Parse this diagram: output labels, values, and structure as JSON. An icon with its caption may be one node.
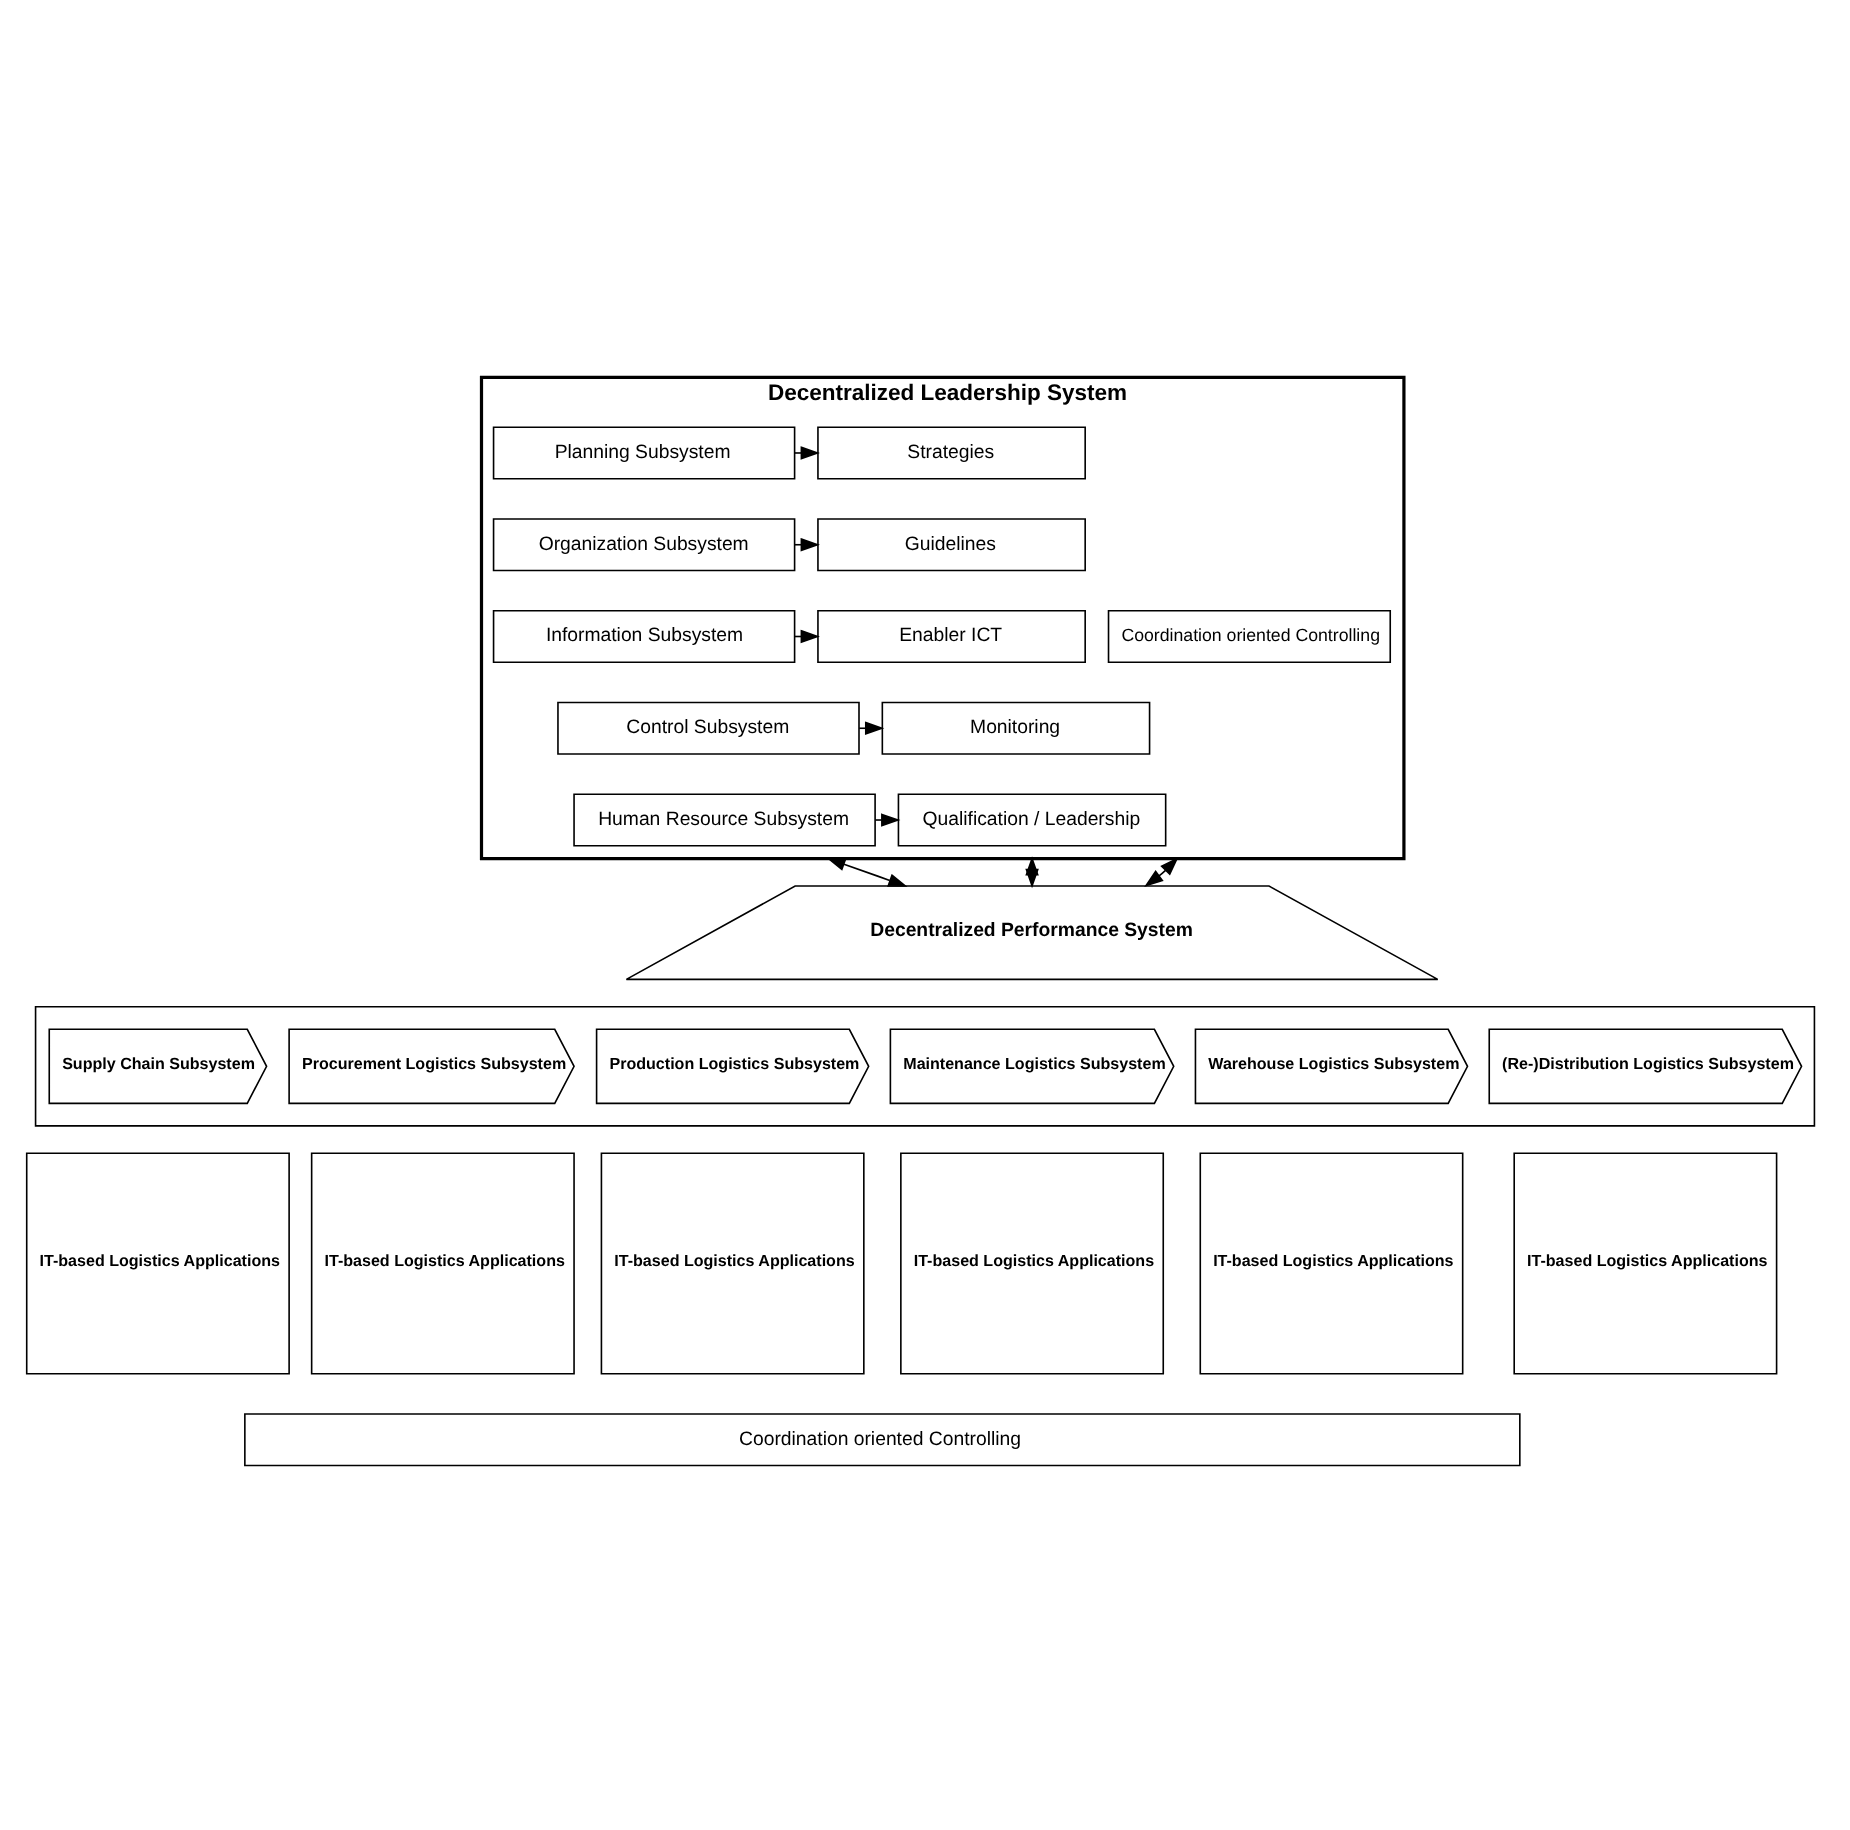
{
  "diagram": {
    "nodes": [
      {
        "text": [
          "Decentralized Leadership System"
        ]
      },
      {
        "text": [
          "Planning Subsystem"
        ],
        "in": 0
      },
      {
        "text": [
          "Strategies"
        ],
        "in": 0
      },
      {
        "text": [
          "Organization Subsystem"
        ],
        "in": 0
      },
      {
        "text": [
          "Guidelines"
        ],
        "in": 0
      },
      {
        "text": [
          "Information Subsystem"
        ],
        "in": 0
      },
      {
        "text": [
          "Enabler ICT"
        ],
        "in": 0
      },
      {
        "text": [
          "Control Subsystem"
        ],
        "in": 0
      },
      {
        "text": [
          "Monitoring"
        ],
        "in": 0
      },
      {
        "text": [
          "Human Resource Subsystem"
        ],
        "in": 0
      },
      {
        "text": [
          "Qualification / Leadership"
        ],
        "in": 0
      },
      {
        "text": [
          "Coordination oriented Controlling"
        ],
        "in": 0
      },
      {
        "text": [
          "Decentralized Performance System"
        ]
      },
      {
        "text": [],
        "shape": "box"
      },
      {
        "text": [
          "Supply Chain Subsystem"
        ],
        "in": 13
      },
      {
        "text": [
          "Procurement Logistics Subsystem"
        ],
        "in": 13
      },
      {
        "text": [
          "Production Logistics Subsystem"
        ],
        "in": 13
      },
      {
        "text": [
          "Maintenance Logistics Subsystem"
        ],
        "in": 13
      },
      {
        "text": [
          "Warehouse Logistics Subsystem"
        ],
        "in": 13
      },
      {
        "text": [
          "(Re-)Distribution Logistics Subsystem"
        ],
        "in": 13
      },
      {
        "text": [
          "IT-based Logistics Applications"
        ]
      },
      {
        "text": [
          "IT-based Logistics Applications"
        ]
      },
      {
        "text": [
          "IT-based Logistics Applications"
        ]
      },
      {
        "text": [
          "IT-based Logistics Applications"
        ]
      },
      {
        "text": [
          "IT-based Logistics Applications"
        ]
      },
      {
        "text": [
          "IT-based Logistics Applications"
        ]
      },
      {
        "text": [
          "Coordination oriented Controlling"
        ]
      }
    ],
    "edges": [
      {
        "from": 1,
        "to": 2,
        "arrow": "to"
      },
      {
        "from": 3,
        "to": 4,
        "arrow": "to"
      },
      {
        "from": 5,
        "to": 6,
        "arrow": "to"
      },
      {
        "from": 7,
        "to": 8,
        "arrow": "to"
      },
      {
        "from": 9,
        "to": 10,
        "arrow": "to"
      },
      {
        "from": 0,
        "to": 12,
        "arrow": "both"
      },
      {
        "from": 0,
        "to": 12,
        "arrow": "both"
      },
      {
        "from": 0,
        "to": 12,
        "arrow": "both"
      }
    ]
  }
}
